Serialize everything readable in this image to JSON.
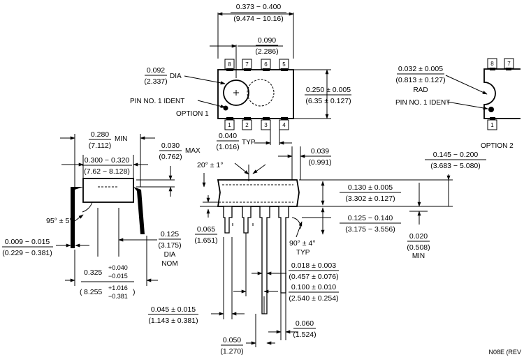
{
  "pin_tags": [
    "8",
    "7",
    "6",
    "5",
    "1",
    "2",
    "3",
    "4"
  ],
  "option2_tags": [
    "8",
    "7",
    "1"
  ],
  "top_view": {
    "body_width": {
      "num": "0.373 − 0.400",
      "den": "(9.474 − 10.16)"
    },
    "pin1_offset": {
      "num": "0.090",
      "den": "(2.286)"
    },
    "dia": {
      "num": "0.092",
      "den": "(2.337)",
      "suffix": "DIA"
    },
    "pin1_ident": "PIN NO. 1 IDENT",
    "option1": "OPTION 1",
    "body_height": {
      "num": "0.250 ± 0.005",
      "den": "(6.35 ± 0.127)"
    },
    "pitch": {
      "num": "0.040",
      "den": "(1.016)",
      "suffix": "TYP"
    }
  },
  "option2": {
    "rad": {
      "num": "0.032 ± 0.005",
      "den": "(0.813 ± 0.127)",
      "suffix": "RAD"
    },
    "pin1_ident": "PIN NO. 1 IDENT",
    "label": "OPTION 2"
  },
  "end_view": {
    "min280": {
      "num": "0.280",
      "den": "(7.112)",
      "suffix": "MIN"
    },
    "span300": {
      "num": "0.300 − 0.320",
      "den": "(7.62 − 8.128)"
    },
    "max030": {
      "num": "0.030",
      "den": "(0.762)",
      "suffix": "MAX"
    },
    "angle": "95° ± 5°",
    "lead_thk": {
      "num": "0.009 − 0.015",
      "den": "(0.229 − 0.381)"
    },
    "dia125": {
      "num": "0.125",
      "den": "(3.175)",
      "l3": "DIA",
      "l4": "NOM"
    },
    "spread": {
      "l1": "0.325",
      "l1sup": "+0.040",
      "l1sub": "−0.015",
      "l2": "8.255",
      "l2sup": "+1.016",
      "l2sub": "−0.381"
    }
  },
  "side_view": {
    "draft": "20° ± 1°",
    "d039": {
      "num": "0.039",
      "den": "(0.991)"
    },
    "d145": {
      "num": "0.145 − 0.200",
      "den": "(3.683 − 5.080)"
    },
    "d130": {
      "num": "0.130 ± 0.005",
      "den": "(3.302 ± 0.127)"
    },
    "d125": {
      "num": "0.125 − 0.140",
      "den": "(3.175 − 3.556)"
    },
    "d065": {
      "num": "0.065",
      "den": "(1.651)"
    },
    "angle90": {
      "l1": "90° ± 4°",
      "l2": "TYP"
    },
    "d020": {
      "num": "0.020",
      "den": "(0.508)",
      "suffix": "MIN"
    },
    "d018": {
      "num": "0.018 ± 0.003",
      "den": "(0.457 ± 0.076)"
    },
    "d100": {
      "num": "0.100 ± 0.010",
      "den": "(2.540 ± 0.254)"
    },
    "d045": {
      "num": "0.045 ± 0.015",
      "den": "(1.143 ± 0.381)"
    },
    "d060": {
      "num": "0.060",
      "den": "(1.524)"
    },
    "d050": {
      "num": "0.050",
      "den": "(1.270)"
    }
  },
  "drawing_code": "N08E (REV"
}
